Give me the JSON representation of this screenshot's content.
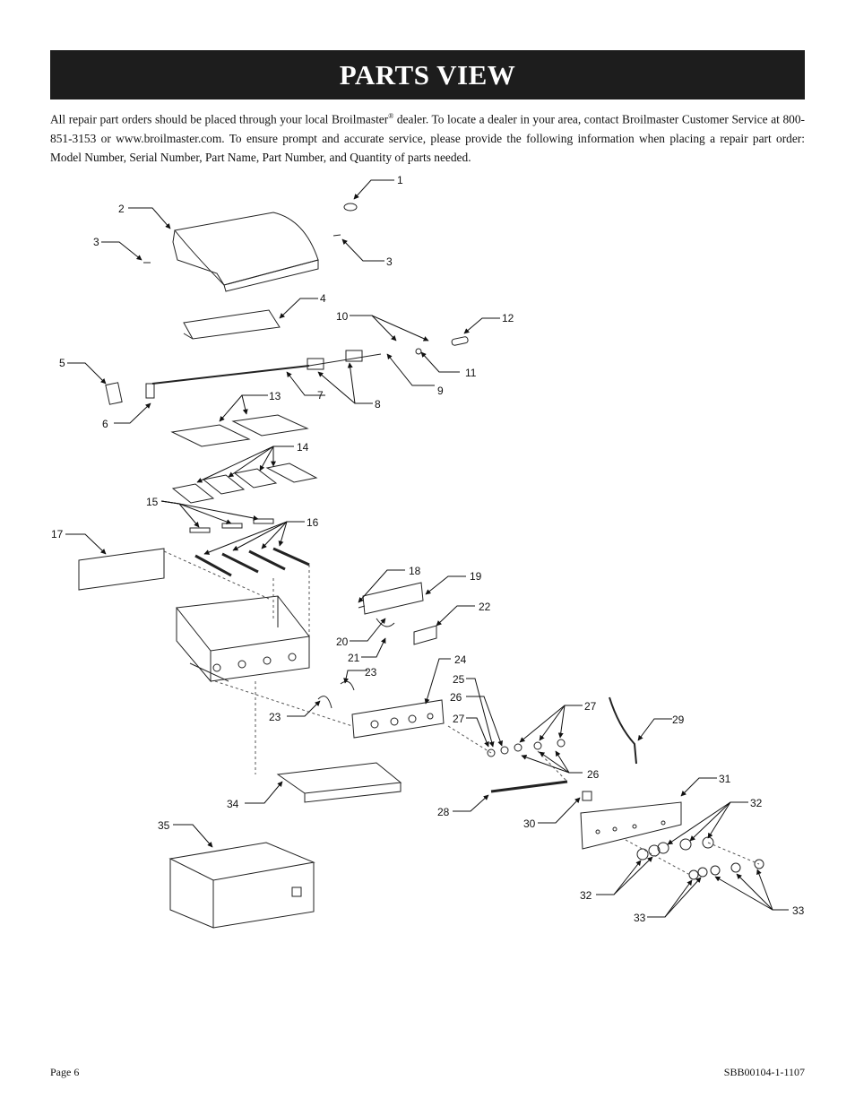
{
  "header": {
    "title": "PARTS VIEW"
  },
  "intro": {
    "part1": "All repair part orders should be placed through your local Broilmaster",
    "reg": "®",
    "part2": " dealer.  To locate a dealer in your area, contact Broilmaster Customer Service at 800-851-3153 or www.broilmaster.com. To ensure prompt and accurate service, please provide the following information when placing a repair part order: Model Number, Serial Number, Part Name, Part Number, and Quantity of parts needed."
  },
  "labels": {
    "n1": "1",
    "n2": "2",
    "n3": "3",
    "n4": "4",
    "n5": "5",
    "n6": "6",
    "n7": "7",
    "n8": "8",
    "n9": "9",
    "n10": "10",
    "n11": "11",
    "n12": "12",
    "n13": "13",
    "n14": "14",
    "n15": "15",
    "n16": "16",
    "n17": "17",
    "n18": "18",
    "n19": "19",
    "n20": "20",
    "n21": "21",
    "n22": "22",
    "n23": "23",
    "n24": "24",
    "n25": "25",
    "n26": "26",
    "n27": "27",
    "n28": "28",
    "n29": "29",
    "n30": "30",
    "n31": "31",
    "n32": "32",
    "n33": "33",
    "n34": "34",
    "n35": "35"
  },
  "footer": {
    "page": "Page 6",
    "doc_id": "SBB00104-1-1107"
  }
}
